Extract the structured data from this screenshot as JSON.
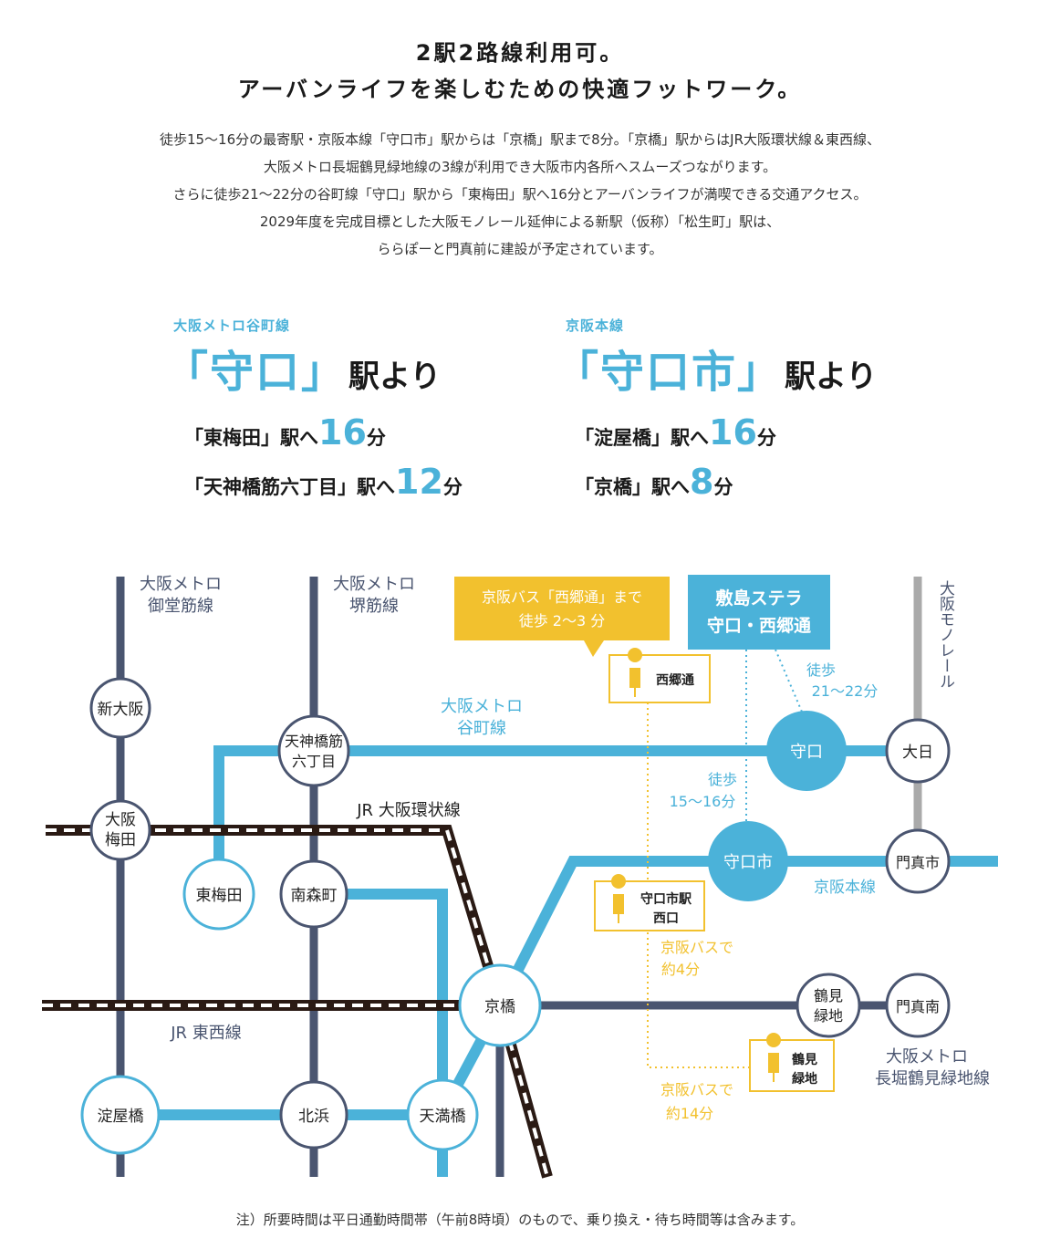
{
  "headline": {
    "line1": "2駅2路線利用可。",
    "line2": "アーバンライフを楽しむための快適フットワーク。"
  },
  "body": [
    "徒歩15〜16分の最寄駅・京阪本線「守口市」駅からは「京橋」駅まで8分。「京橋」駅からはJR大阪環状線＆東西線、",
    "大阪メトロ長堀鶴見緑地線の3線が利用でき大阪市内各所へスムーズつながります。",
    "さらに徒歩21〜22分の谷町線「守口」駅から「東梅田」駅へ16分とアーバンライフが満喫できる交通アクセス。",
    "2029年度を完成目標とした大阪モノレール延伸による新駅（仮称）「松生町」駅は、",
    "ららぽーと門真前に建設が予定されています。"
  ],
  "access": {
    "left": {
      "line": "大阪メトロ谷町線",
      "station": "「守口」",
      "suffix": "駅より",
      "routes": [
        {
          "dest": "「東梅田」駅へ",
          "mins": "16",
          "unit": "分"
        },
        {
          "dest": "「天神橋筋六丁目」駅へ",
          "mins": "12",
          "unit": "分"
        }
      ]
    },
    "right": {
      "line": "京阪本線",
      "station": "「守口市」",
      "suffix": "駅より",
      "routes": [
        {
          "dest": "「淀屋橋」駅へ",
          "mins": "16",
          "unit": "分"
        },
        {
          "dest": "「京橋」駅へ",
          "mins": "8",
          "unit": "分"
        }
      ]
    }
  },
  "map": {
    "colors": {
      "navy": "#4a5570",
      "blue": "#4bb2d9",
      "yellow": "#f2c12e",
      "gray": "#aaaaaa",
      "jr": "#2a1a14"
    },
    "line_labels": {
      "midosuji_1": "大阪メトロ",
      "midosuji_2": "御堂筋線",
      "sakaisuji_1": "大阪メトロ",
      "sakaisuji_2": "堺筋線",
      "tanimachi_1": "大阪メトロ",
      "tanimachi_2": "谷町線",
      "loop": "JR 大阪環状線",
      "tozai": "JR 東西線",
      "keihan": "京阪本線",
      "nagahori_1": "大阪メトロ",
      "nagahori_2": "長堀鶴見緑地線",
      "monorail": "大阪モノレール"
    },
    "stations": {
      "shin_osaka": "新大阪",
      "umeda_1": "大阪",
      "umeda_2": "梅田",
      "tenjin_1": "天神橋筋",
      "tenjin_2": "六丁目",
      "higashi_umeda": "東梅田",
      "minami_morimachi": "南森町",
      "kyobashi": "京橋",
      "yodoyabashi": "淀屋橋",
      "kitahama": "北浜",
      "temmabashi": "天満橋",
      "moriguchi": "守口",
      "moriguchishi": "守口市",
      "dainichi": "大日",
      "kadomashi": "門真市",
      "tsurumi_1": "鶴見",
      "tsurumi_2": "緑地",
      "kadoma_minami": "門真南"
    },
    "callouts": {
      "bus_1": "京阪バス「西郷通」まで",
      "bus_2": "徒歩 2〜3 分",
      "property_1": "敷島ステラ",
      "property_2": "守口・西郷通"
    },
    "walk": {
      "a1": "徒歩",
      "a2": "21〜22分",
      "b1": "徒歩",
      "b2": "15〜16分"
    },
    "bus_stops": {
      "saigo": "西郷通",
      "nishi_1": "守口市駅",
      "nishi_2": "西口",
      "tsuru_1": "鶴見",
      "tsuru_2": "緑地"
    },
    "bus_times": {
      "a1": "京阪バスで",
      "a2": "約4分",
      "b1": "京阪バスで",
      "b2": "約14分"
    }
  },
  "footnote": "注）所要時間は平日通勤時間帯（午前8時頃）のもので、乗り換え・待ち時間等は含みます。"
}
